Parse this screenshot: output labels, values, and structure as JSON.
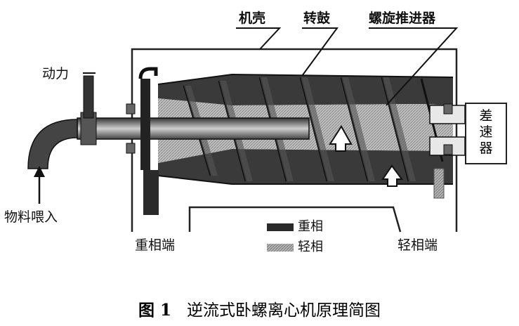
{
  "labels": {
    "casing": "机壳",
    "drum": "转鼓",
    "screw": "螺旋推进器",
    "power": "动力",
    "feed": "物料喂入",
    "heavy_end": "重相端",
    "light_end": "轻相端",
    "gearbox": "差\n速\n器"
  },
  "legend": {
    "heavy": "重相",
    "light": "轻相"
  },
  "caption": {
    "number": "图 1",
    "title": "逆流式卧螺离心机原理简图"
  },
  "colors": {
    "heavy_phase": "#2a2a2a",
    "light_phase": "#9a9a9a",
    "line": "#222222"
  }
}
